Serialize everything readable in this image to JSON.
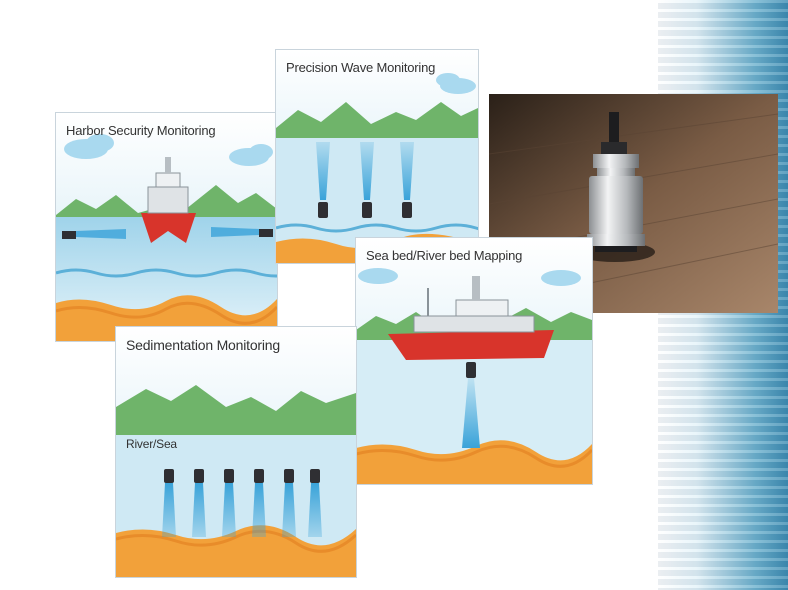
{
  "panels": {
    "harbor": {
      "title": "Harbor Security Monitoring"
    },
    "wave": {
      "title": "Precision Wave Monitoring"
    },
    "seabed": {
      "title": "Sea bed/River bed Mapping"
    },
    "sediment": {
      "title": "Sedimentation Monitoring",
      "sublabel": "River/Sea"
    }
  },
  "colors": {
    "sky_top": "#ffffff",
    "water": "#bfe3f2",
    "deep_water": "#d9eef7",
    "mountain": "#6fb46a",
    "seabed": "#f2a13a",
    "ship_hull": "#d8342b",
    "sensor": "#2f2f33",
    "beam": "#3aa3d9"
  },
  "photo": {
    "subject": "submersible-sensor-on-wooden-floor"
  }
}
